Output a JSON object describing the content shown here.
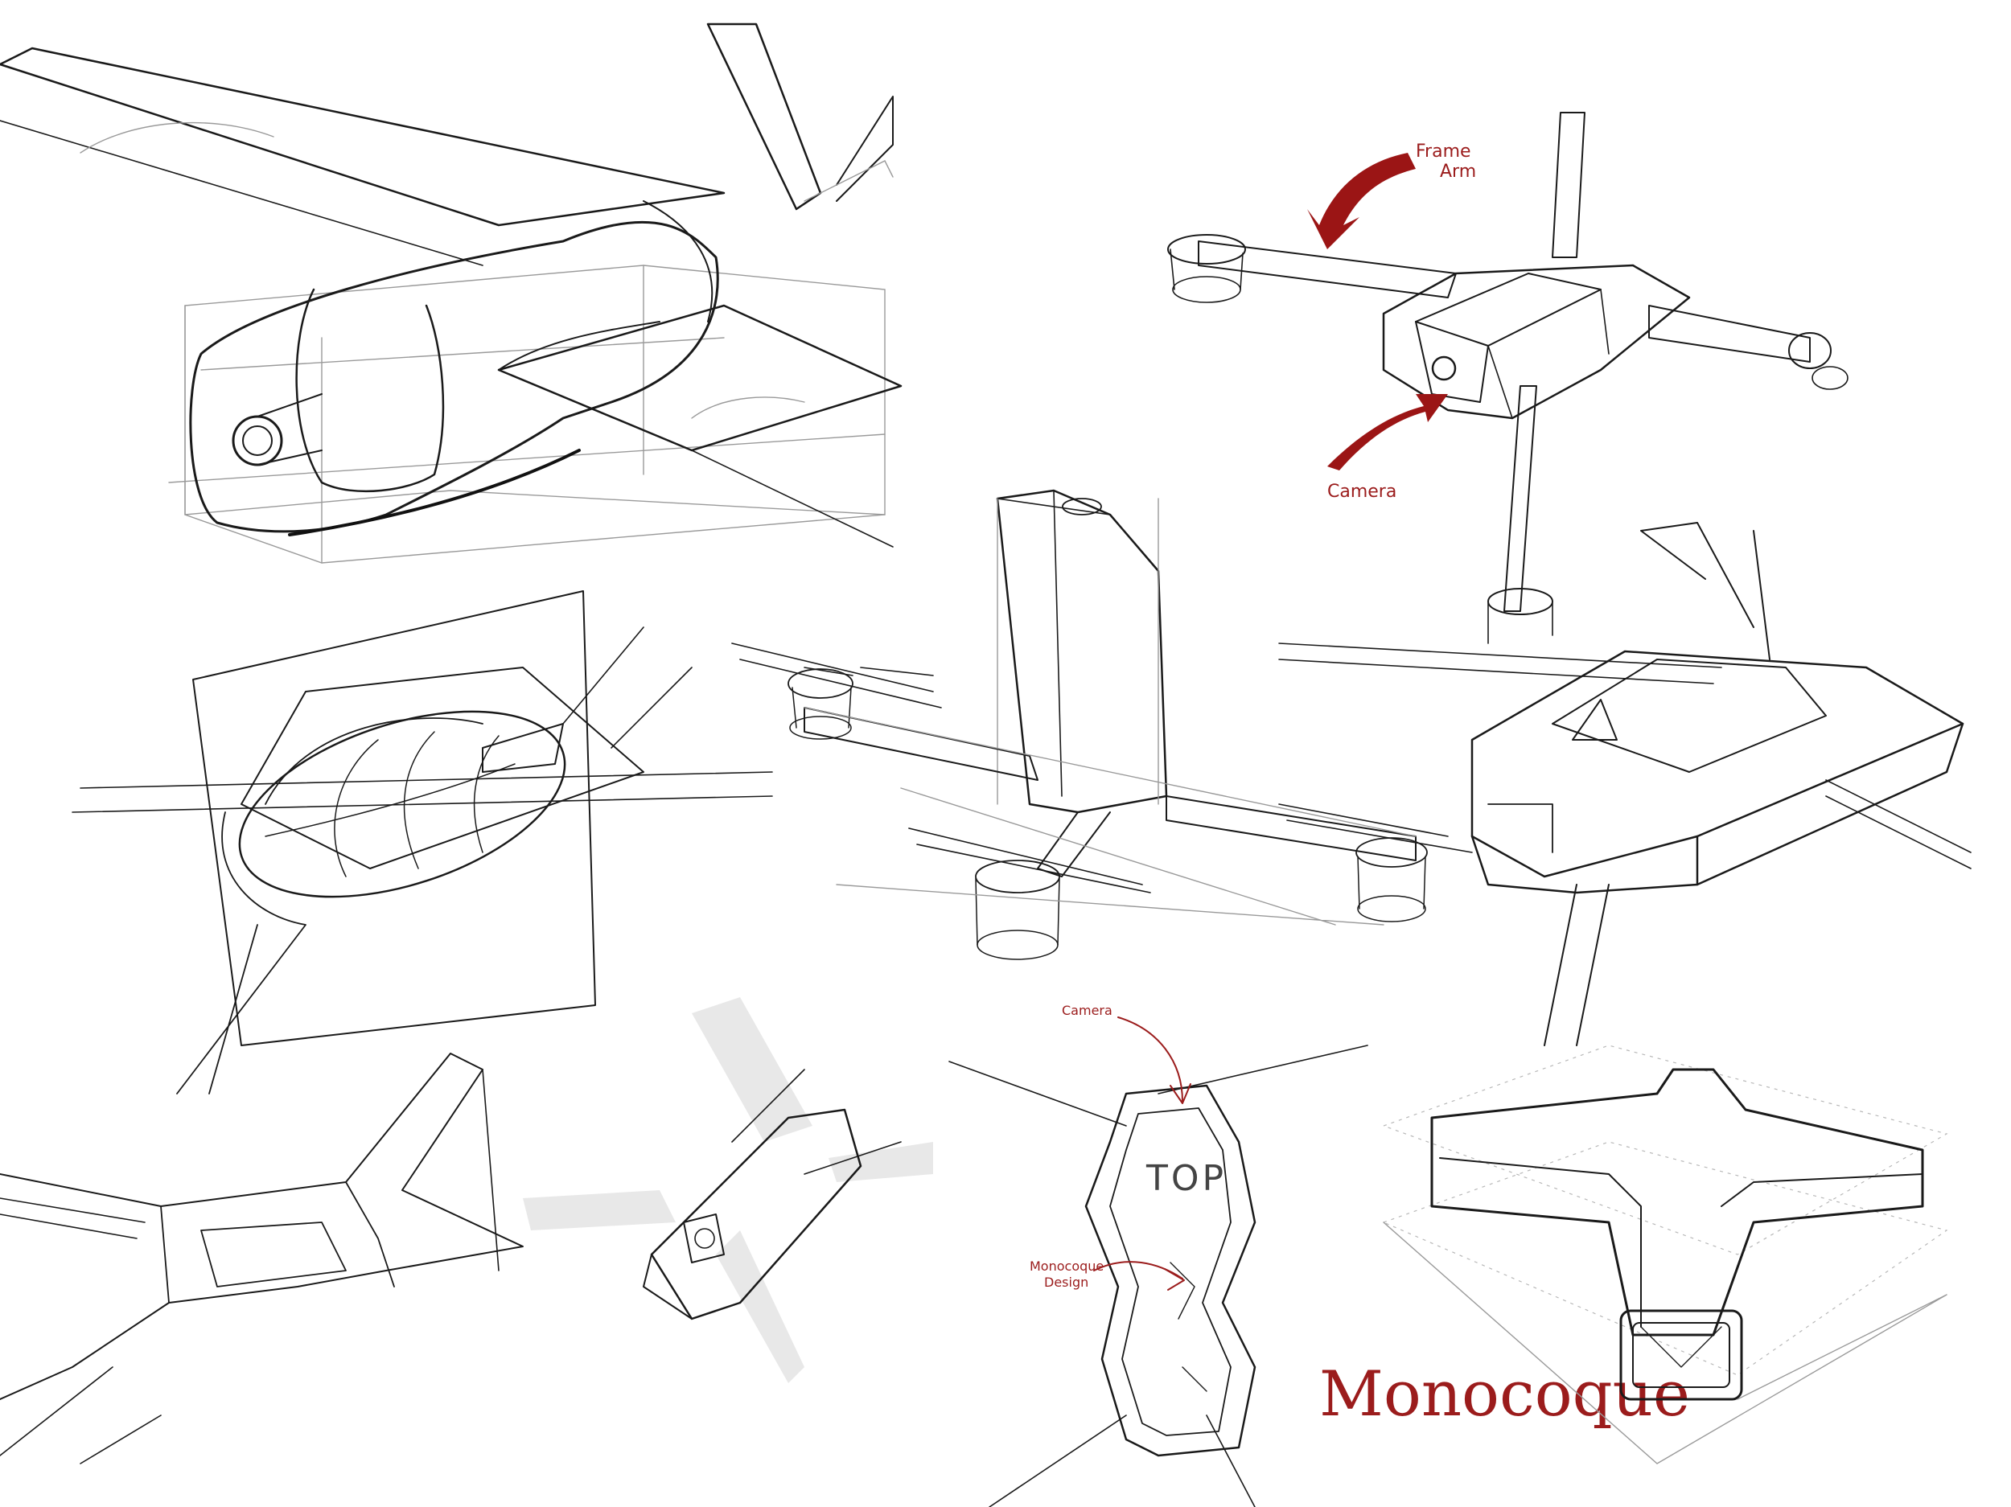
{
  "sheet": {
    "annotations": {
      "frame_arm": [
        "Frame",
        "Arm"
      ],
      "camera_top": "Camera",
      "camera_bottom": "Camera",
      "monocoque_design": [
        "Monocoque",
        "Design"
      ],
      "top_mark": "TOP",
      "title": "Monocoque"
    },
    "colors": {
      "ink": "#1a1a1a",
      "annotation_red": "#9b1c1c",
      "arrow_red": "#9b1515",
      "paper": "#ffffff"
    }
  }
}
